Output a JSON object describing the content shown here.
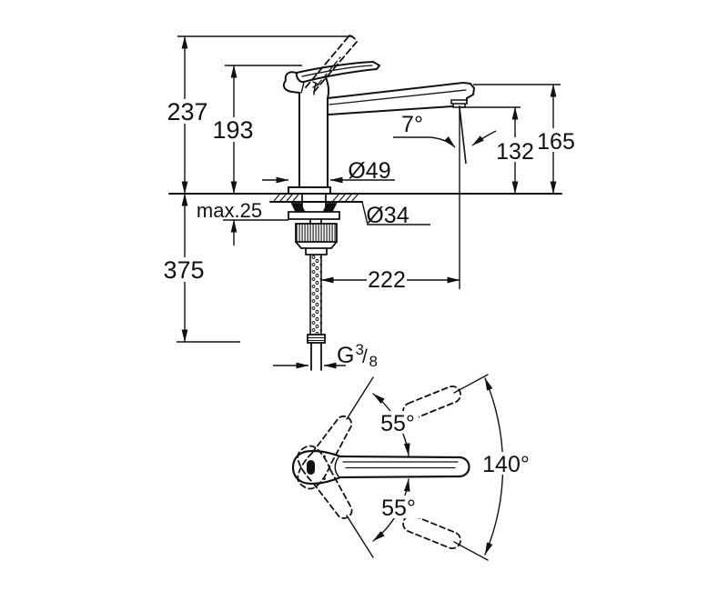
{
  "colors": {
    "ink": "#111111",
    "background": "#ffffff"
  },
  "side_view": {
    "dims": {
      "overall_height": "237",
      "height_to_lever_top": "193",
      "max_deck_thickness": "max.25",
      "depth_below_deck": "375",
      "base_diameter": "Ø49",
      "hole_diameter": "Ø34",
      "spout_angle": "7°",
      "outlet_height": "132",
      "spout_height": "165",
      "spout_reach": "222",
      "thread": {
        "g": "G",
        "numerator": "3",
        "slash": "/",
        "denominator": "8"
      }
    }
  },
  "top_view": {
    "dims": {
      "swing_upper": "55°",
      "swing_lower": "55°",
      "swing_total": "140°"
    }
  }
}
